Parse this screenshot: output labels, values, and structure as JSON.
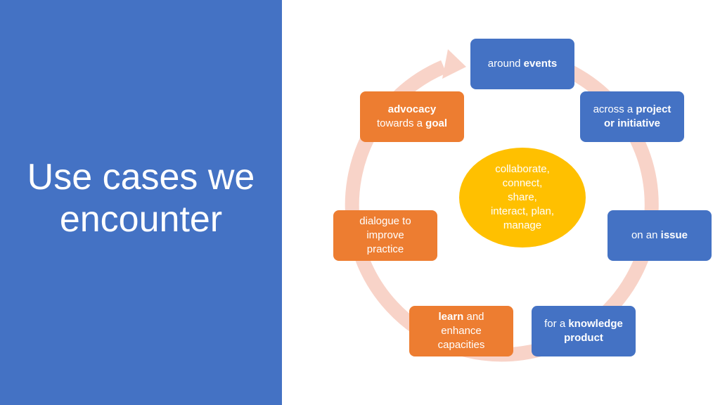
{
  "slide": {
    "title_line1": "Use cases we",
    "title_line2": "encounter"
  },
  "center": {
    "lines": [
      "collaborate,",
      "connect,",
      "share,",
      "interact, plan,",
      "manage"
    ]
  },
  "nodes": [
    {
      "pre": "around ",
      "bold": "events",
      "post": ""
    },
    {
      "pre": "across a ",
      "bold": "project",
      "post": "",
      "line2_bold": "or initiative"
    },
    {
      "pre": "on an ",
      "bold": "issue",
      "post": ""
    },
    {
      "pre": "for a ",
      "bold": "knowledge",
      "post": "",
      "line2_bold": "product"
    },
    {
      "bold": "learn",
      "post": " and",
      "line2": "enhance",
      "line3": "capacities"
    },
    {
      "line1": "dialogue to",
      "line2": "improve",
      "line3": "practice"
    },
    {
      "bold": "advocacy",
      "line2": "towards a ",
      "line2_bold": "goal"
    }
  ],
  "colors": {
    "blue": "#4472c4",
    "orange": "#ed7d31",
    "yellow": "#ffc000",
    "ring": "#f8d3c8"
  }
}
